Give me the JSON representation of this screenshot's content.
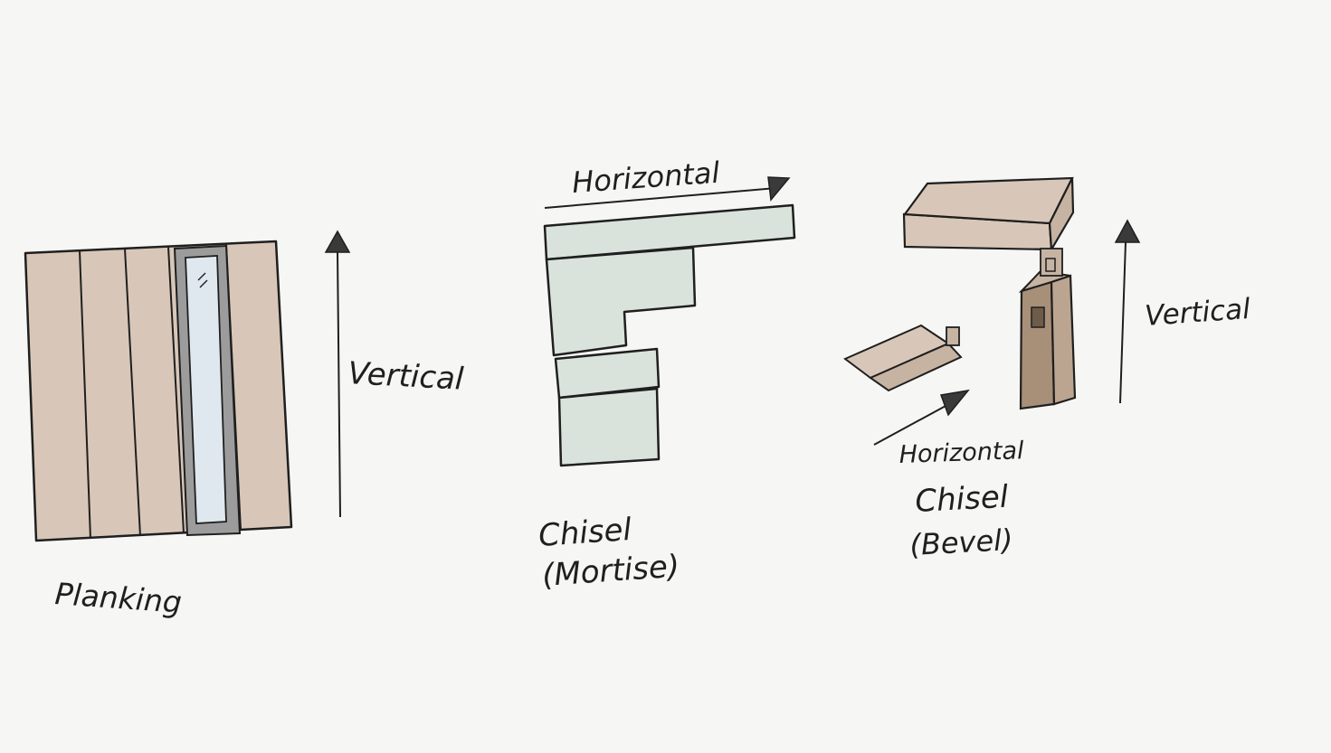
{
  "colors": {
    "paper": "#f6f6f4",
    "ink": "#1f1f1f",
    "wood": "#d8c7b8",
    "wood_dark": "#a88f78",
    "stone": "#d9e3dc",
    "frame_grey": "#9c9c9c",
    "glass": "#dfe8ee"
  },
  "sketches": {
    "planking": {
      "label": "Planking",
      "arrow_label": "Vertical"
    },
    "mortise": {
      "arrow_label": "Horizontal",
      "label_line1": "Chisel",
      "label_line2": "(Mortise)"
    },
    "bevel": {
      "arrow_label_horizontal": "Horizontal",
      "arrow_label_vertical": "Vertical",
      "label_line1": "Chisel",
      "label_line2": "(Bevel)"
    }
  }
}
